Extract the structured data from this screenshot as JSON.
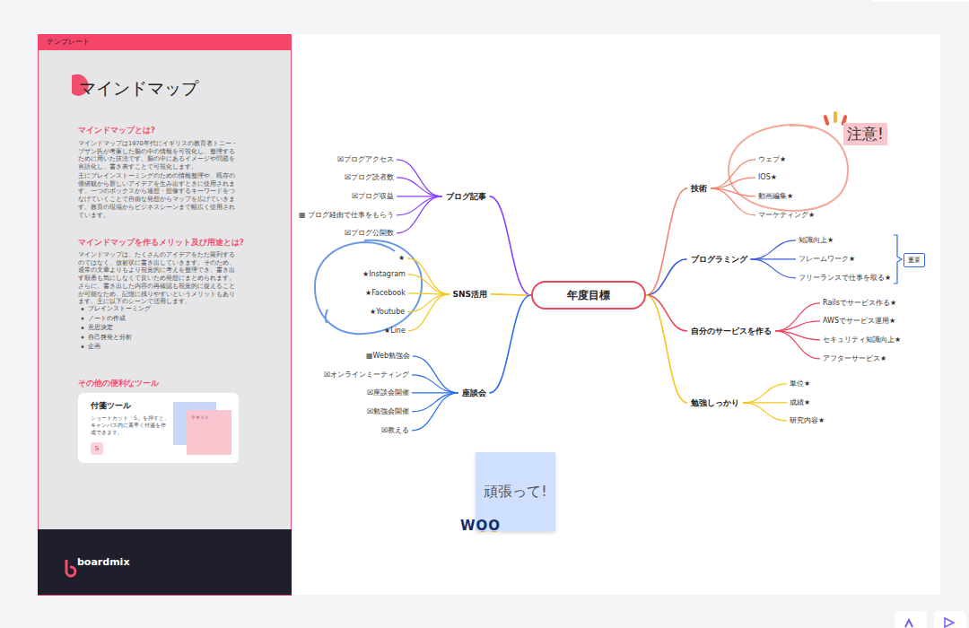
{
  "diagram": {
    "title": "マインドマップ",
    "nodes": [
      {
        "text": [
          "マインドマップとは?",
          "マインドマップは1970年代にイギリスの教育者トニー・ブザン氏が考案した脳の中の情報を可視化し、整理するために用いた技法です。脳の中にあるイメージや問題を言語化し、書き表すことで可視化します。",
          "主にブレインストーミングのための情報整理や、既存の価値観から新しいアイデアを生み出すときに使用されます。一つのボックスから連想・想像するキーワードをつなげていくことで自由な発想からマップを広げていきます。教育の現場からビジネスシーンまで幅広く使用されています。",
          "マインドマップを作るメリット及び用途とは?",
          "マインドマップは、たくさんのアイデアをただ羅列するのではなく、放射状に書き出していきます。そのため、通常の文章よりもより視覚的に考えを整理でき、書き出す順番も気にしなくて良いため発想にまとめられます。さらに、書き出した内容の再確認も視覚的に捉えることが可能なため、記憶に残りやすいというメリットもあります。主に以下のシーンで活用します。",
          "ブレインストーミング",
          "ノートの作成",
          "意思決定",
          "自己啓発と分析",
          "企画",
          "その他の便利なツール"
        ]
      },
      {
        "text": [
          "テンプレート"
        ],
        "in": 0
      },
      {
        "text": [
          "付箋ツール",
          "ショートカット「S」を押すと、キャンバス内に素早く付箋を作成できます。"
        ],
        "in": 0
      },
      {
        "text": [
          "S"
        ],
        "in": 2
      },
      {
        "text": [
          "テキスト"
        ],
        "in": 2
      },
      {
        "text": [
          "boardmix"
        ],
        "in": 0
      },
      {
        "text": [
          "年度目標"
        ]
      },
      {
        "text": [
          "ブログ記事"
        ]
      },
      {
        "text": [
          "☒ブログアクセス"
        ]
      },
      {
        "text": [
          "☒ブログ読者数"
        ]
      },
      {
        "text": [
          "☒ブログ収益"
        ]
      },
      {
        "text": [
          "▦ ブログ経由で仕事をもらう"
        ]
      },
      {
        "text": [
          "☒ブログ公開数"
        ]
      },
      {
        "text": [
          "SNS活用"
        ]
      },
      {
        "text": [
          "★"
        ]
      },
      {
        "text": [
          "★Instagram"
        ]
      },
      {
        "text": [
          "★Facebook"
        ]
      },
      {
        "text": [
          "★Youtube"
        ]
      },
      {
        "text": [
          "★Line"
        ]
      },
      {
        "text": [
          "座談会"
        ]
      },
      {
        "text": [
          "▦Web勉強会"
        ]
      },
      {
        "text": [
          "☒オンラインミーティング"
        ]
      },
      {
        "text": [
          "☒座談会開催"
        ]
      },
      {
        "text": [
          "☒勉強会開催"
        ]
      },
      {
        "text": [
          "☒教える"
        ]
      },
      {
        "text": [
          "技術"
        ]
      },
      {
        "text": [
          "ウェブ★"
        ]
      },
      {
        "text": [
          "IOS★"
        ]
      },
      {
        "text": [
          "動画編集★"
        ]
      },
      {
        "text": [
          "マーケティング★"
        ]
      },
      {
        "text": [
          "プログラミング"
        ]
      },
      {
        "text": [
          "知識向上★"
        ]
      },
      {
        "text": [
          "フレームワーク★"
        ]
      },
      {
        "text": [
          "フリーランスで仕事を取る★"
        ]
      },
      {
        "text": [
          "自分のサービスを作る"
        ]
      },
      {
        "text": [
          "Railsでサービス作る★"
        ]
      },
      {
        "text": [
          "AWSでサービス運用★"
        ]
      },
      {
        "text": [
          "セキュリティ知識向上★"
        ]
      },
      {
        "text": [
          "アフターサービス★"
        ]
      },
      {
        "text": [
          "勉強しっかり"
        ]
      },
      {
        "text": [
          "単位★"
        ]
      },
      {
        "text": [
          "成績★"
        ]
      },
      {
        "text": [
          "研究内容★"
        ]
      },
      {
        "text": [
          "重要"
        ]
      },
      {
        "text": [
          "注意!"
        ]
      },
      {
        "text": [
          "頑張って!"
        ]
      }
    ],
    "edges": [
      {
        "from": 6,
        "to": 7,
        "arrow": "none"
      },
      {
        "from": 7,
        "to": 8,
        "arrow": "none"
      },
      {
        "from": 7,
        "to": 9,
        "arrow": "none"
      },
      {
        "from": 7,
        "to": 10,
        "arrow": "none"
      },
      {
        "from": 7,
        "to": 11,
        "arrow": "none"
      },
      {
        "from": 7,
        "to": 12,
        "arrow": "none"
      },
      {
        "from": 6,
        "to": 13,
        "arrow": "none"
      },
      {
        "from": 13,
        "to": 14,
        "arrow": "none"
      },
      {
        "from": 13,
        "to": 15,
        "arrow": "none"
      },
      {
        "from": 13,
        "to": 16,
        "arrow": "none"
      },
      {
        "from": 13,
        "to": 17,
        "arrow": "none"
      },
      {
        "from": 13,
        "to": 18,
        "arrow": "none"
      },
      {
        "from": 6,
        "to": 19,
        "arrow": "none"
      },
      {
        "from": 19,
        "to": 20,
        "arrow": "none"
      },
      {
        "from": 19,
        "to": 21,
        "arrow": "none"
      },
      {
        "from": 19,
        "to": 22,
        "arrow": "none"
      },
      {
        "from": 19,
        "to": 23,
        "arrow": "none"
      },
      {
        "from": 19,
        "to": 24,
        "arrow": "none"
      },
      {
        "from": 6,
        "to": 25,
        "arrow": "none"
      },
      {
        "from": 25,
        "to": 26,
        "arrow": "none"
      },
      {
        "from": 25,
        "to": 27,
        "arrow": "none"
      },
      {
        "from": 25,
        "to": 28,
        "arrow": "none"
      },
      {
        "from": 25,
        "to": 29,
        "arrow": "none"
      },
      {
        "from": 6,
        "to": 30,
        "arrow": "none"
      },
      {
        "from": 30,
        "to": 31,
        "arrow": "none"
      },
      {
        "from": 30,
        "to": 32,
        "arrow": "none"
      },
      {
        "from": 30,
        "to": 33,
        "arrow": "none"
      },
      {
        "from": 6,
        "to": 34,
        "arrow": "none"
      },
      {
        "from": 34,
        "to": 35,
        "arrow": "none"
      },
      {
        "from": 34,
        "to": 36,
        "arrow": "none"
      },
      {
        "from": 34,
        "to": 37,
        "arrow": "none"
      },
      {
        "from": 34,
        "to": 38,
        "arrow": "none"
      },
      {
        "from": 6,
        "to": 39,
        "arrow": "none"
      },
      {
        "from": 39,
        "to": 40,
        "arrow": "none"
      },
      {
        "from": 39,
        "to": 41,
        "arrow": "none"
      },
      {
        "from": 39,
        "to": 42,
        "arrow": "none"
      }
    ],
    "labels": [
      "WOO"
    ]
  }
}
